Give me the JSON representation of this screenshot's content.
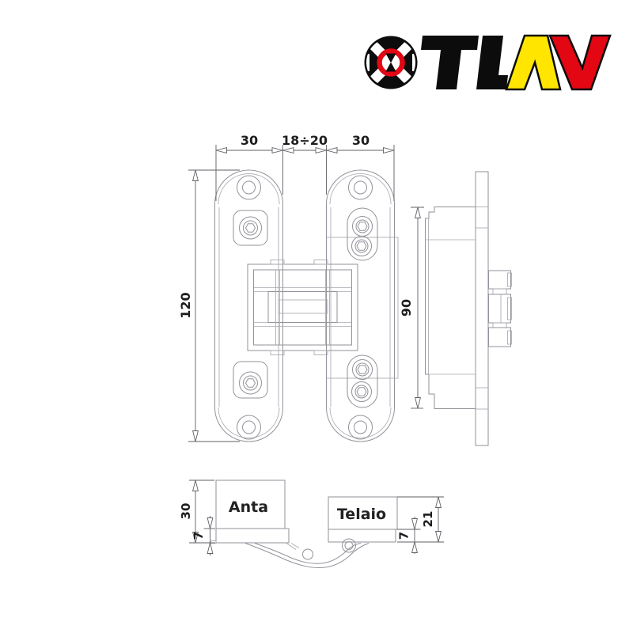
{
  "brand": {
    "name": "OTLAV",
    "icon": "otlav-target-icon",
    "colors": {
      "black": "#0c0c0c",
      "red": "#e30613",
      "yellow": "#ffe500"
    }
  },
  "front": {
    "dim_left_width": "30",
    "dim_gap": "18÷20",
    "dim_right_width": "30",
    "dim_total_height": "120",
    "dim_frame_height": "90"
  },
  "section": {
    "label_leaf": "Anta",
    "label_frame": "Telaio",
    "dim_leaf_thickness": "30",
    "dim_leaf_offset": "7",
    "dim_frame_offset": "7",
    "dim_frame_depth": "21"
  },
  "style": {
    "line_color": "#92929a",
    "dim_color": "#5f5f66",
    "text_color": "#1d1d1f",
    "paper_color": "#ffffff"
  }
}
